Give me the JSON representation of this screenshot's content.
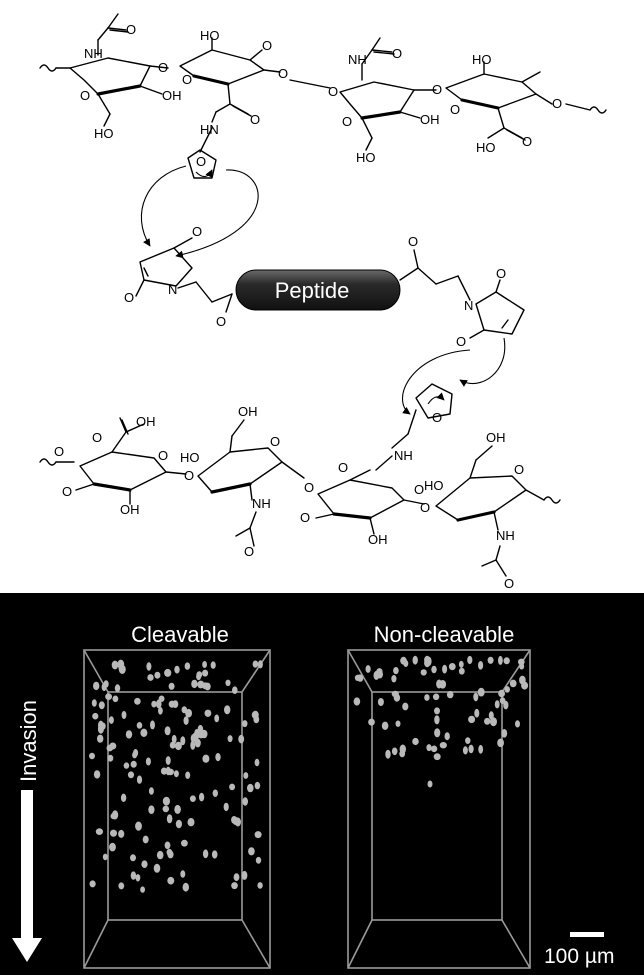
{
  "figure": {
    "scheme": {
      "peptide_label": "Peptide",
      "atoms": {
        "ho": "HO",
        "oh": "OH",
        "nh": "NH",
        "hn": "HN",
        "o": "O",
        "n": "N"
      }
    },
    "micrograph": {
      "panels": [
        {
          "label": "Cleavable"
        },
        {
          "label": "Non-cleavable"
        }
      ],
      "arrow_label": "Invasion",
      "scale_bar_label": "100 µm"
    },
    "colors": {
      "background": "#000000",
      "cells": "#b9b9b9",
      "box_lines": "#9a9a9a",
      "peptide_fill": "#2a2a2a"
    }
  }
}
